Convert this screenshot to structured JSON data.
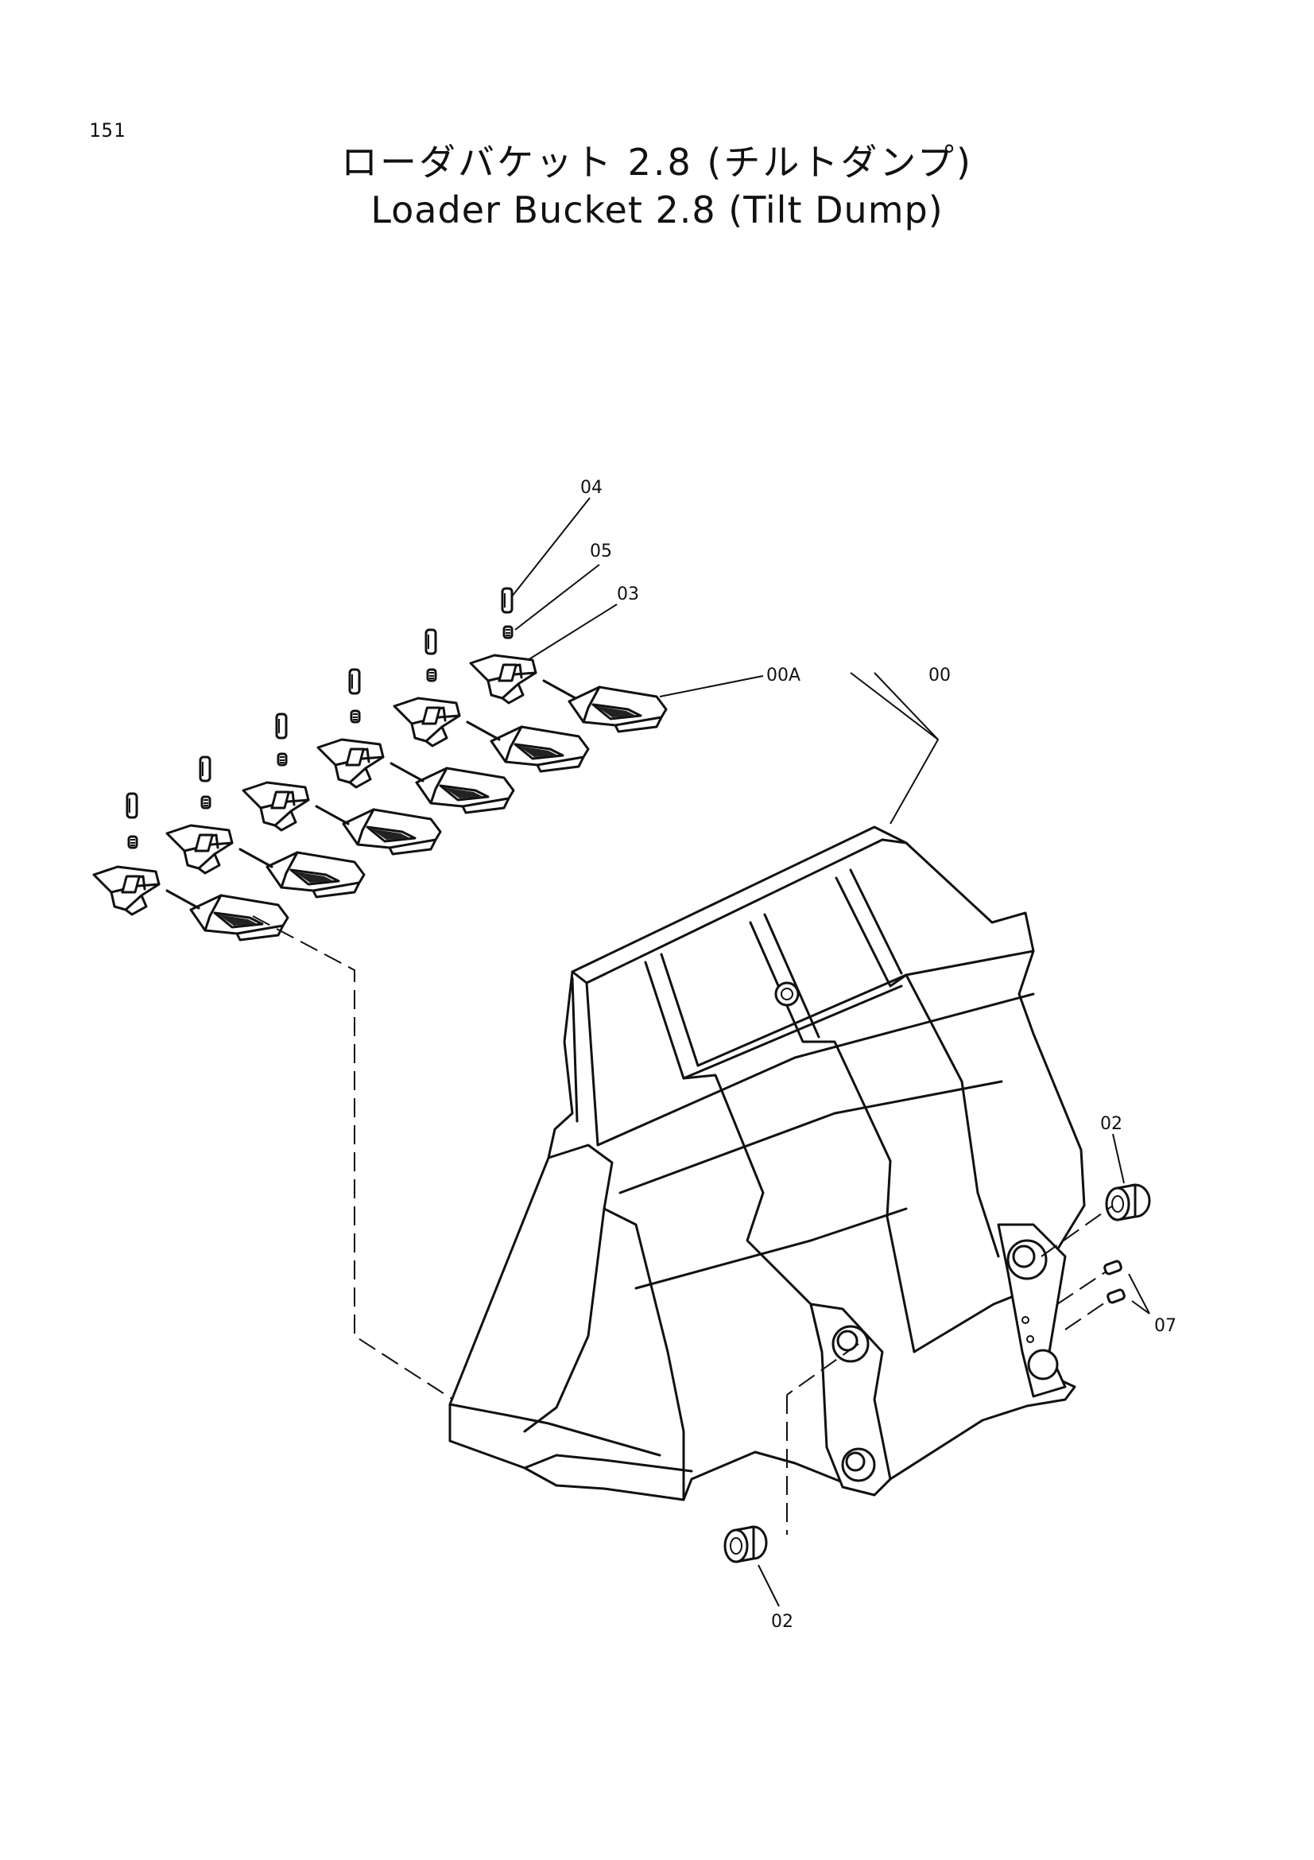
{
  "page_number": "151",
  "title": {
    "jp": "ローダバケット 2.8 (チルトダンプ)",
    "en": "Loader Bucket 2.8 (Tilt Dump)"
  },
  "callouts": {
    "c04": "04",
    "c05": "05",
    "c03": "03",
    "c00a": "00A",
    "c00": "00",
    "c02_right": "02",
    "c07": "07",
    "c02_bottom": "02"
  }
}
